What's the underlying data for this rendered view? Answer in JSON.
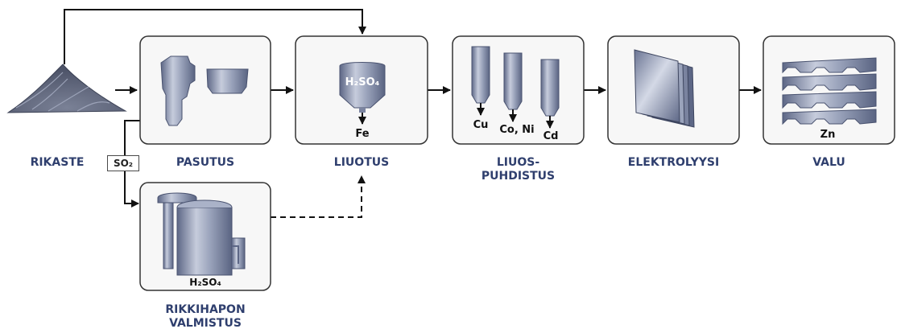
{
  "stages": {
    "concentrate": "RIKASTE",
    "roasting": "PASUTUS",
    "leaching": "LIUOTUS",
    "purification_line1": "LIUOS-",
    "purification_line2": "PUHDISTUS",
    "electrolysis": "ELEKTROLYYSI",
    "casting": "VALU",
    "acid_plant_line1": "RIKKIHAPON",
    "acid_plant_line2": "VALMISTUS"
  },
  "gas_label": "SO₂",
  "chemicals": {
    "leach_acid": "H₂SO₄",
    "leach_output": "Fe",
    "purify_out_1": "Cu",
    "purify_out_2": "Co, Ni",
    "purify_out_3": "Cd",
    "cast_product": "Zn",
    "acid_product": "H₂SO₄"
  },
  "colors": {
    "label_navy": "#2f3f6e",
    "box_fill": "#f7f7f7",
    "box_stroke": "#333333",
    "equipment_steel": "#8f98b0"
  }
}
